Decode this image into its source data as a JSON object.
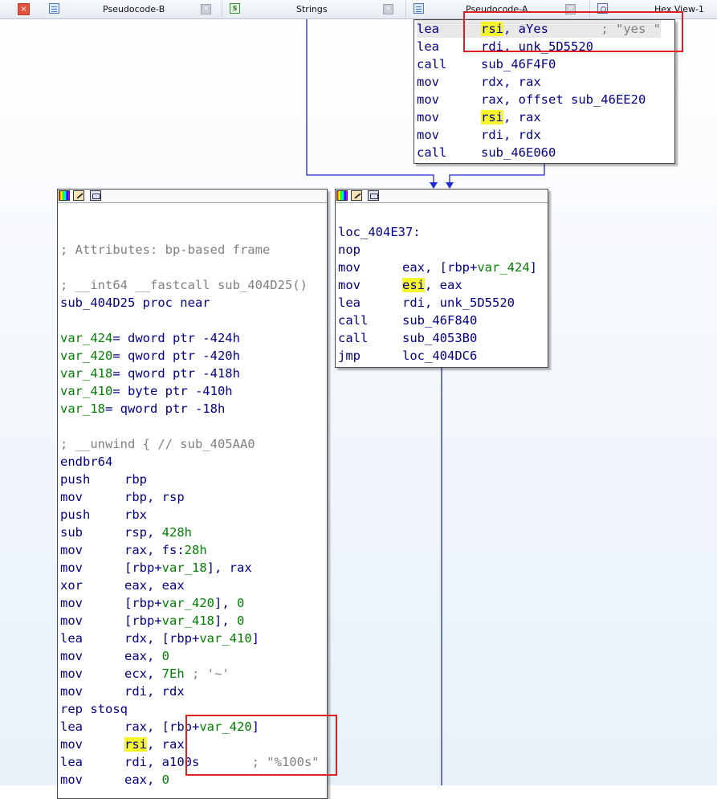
{
  "tabs": {
    "close_all_glyph": "×",
    "close_glyph": "×",
    "items": [
      {
        "label": "Pseudocode-B",
        "icon": "doc-icon"
      },
      {
        "label": "Strings",
        "icon": "strings-icon"
      },
      {
        "label": "Pseudocode-A",
        "icon": "doc-icon"
      },
      {
        "label": "Hex View-1",
        "icon": "hex-icon"
      }
    ]
  },
  "strings_icon_glyph": "S",
  "colors": {
    "edge": "#1f2bd6",
    "highlight": "#f5f52b",
    "annotation": "#e02020",
    "mnemonic": "#00008b",
    "variable": "#008000",
    "comment": "#808080"
  },
  "nodes": {
    "top": {
      "lines": [
        {
          "m": "lea",
          "parts": [
            {
              "t": "rsi",
              "c": "hl"
            },
            {
              "t": ", aYes       "
            },
            {
              "t": "; \"yes \"",
              "c": "cmt"
            }
          ],
          "sel": true
        },
        {
          "m": "lea",
          "parts": [
            {
              "t": "rdi, unk_5D5520"
            }
          ]
        },
        {
          "m": "call",
          "parts": [
            {
              "t": "sub_46F4F0"
            }
          ]
        },
        {
          "m": "mov",
          "parts": [
            {
              "t": "rdx, rax"
            }
          ]
        },
        {
          "m": "mov",
          "parts": [
            {
              "t": "rax, offset sub_46EE20"
            }
          ]
        },
        {
          "m": "mov",
          "parts": [
            {
              "t": "rsi",
              "c": "hl"
            },
            {
              "t": ", rax"
            }
          ]
        },
        {
          "m": "mov",
          "parts": [
            {
              "t": "rdi, rdx"
            }
          ]
        },
        {
          "m": "call",
          "parts": [
            {
              "t": "sub_46E060"
            }
          ]
        }
      ]
    },
    "left": {
      "lines": [
        {
          "raw": ""
        },
        {
          "raw": ""
        },
        {
          "raw": "; Attributes: bp-based frame",
          "c": "cmt"
        },
        {
          "raw": ""
        },
        {
          "raw": "; __int64 __fastcall sub_404D25()",
          "c": "cmt"
        },
        {
          "raw": "sub_404D25 proc near"
        },
        {
          "raw": ""
        },
        {
          "raw_parts": [
            {
              "t": "var_424",
              "c": "green"
            },
            {
              "t": "= dword ptr -424h"
            }
          ]
        },
        {
          "raw_parts": [
            {
              "t": "var_420",
              "c": "green"
            },
            {
              "t": "= qword ptr -420h"
            }
          ]
        },
        {
          "raw_parts": [
            {
              "t": "var_418",
              "c": "green"
            },
            {
              "t": "= qword ptr -418h"
            }
          ]
        },
        {
          "raw_parts": [
            {
              "t": "var_410",
              "c": "green"
            },
            {
              "t": "= byte ptr -410h"
            }
          ]
        },
        {
          "raw_parts": [
            {
              "t": "var_18",
              "c": "green"
            },
            {
              "t": "= qword ptr -18h"
            }
          ]
        },
        {
          "raw": ""
        },
        {
          "raw": "; __unwind { // sub_405AA0",
          "c": "cmt"
        },
        {
          "raw": "endbr64"
        },
        {
          "m": "push",
          "parts": [
            {
              "t": "rbp"
            }
          ]
        },
        {
          "m": "mov",
          "parts": [
            {
              "t": "rbp, rsp"
            }
          ]
        },
        {
          "m": "push",
          "parts": [
            {
              "t": "rbx"
            }
          ]
        },
        {
          "m": "sub",
          "parts": [
            {
              "t": "rsp, "
            },
            {
              "t": "428h",
              "c": "green"
            }
          ]
        },
        {
          "m": "mov",
          "parts": [
            {
              "t": "rax, fs:"
            },
            {
              "t": "28h",
              "c": "green"
            }
          ]
        },
        {
          "m": "mov",
          "parts": [
            {
              "t": "[rbp+"
            },
            {
              "t": "var_18",
              "c": "green"
            },
            {
              "t": "], rax"
            }
          ]
        },
        {
          "m": "xor",
          "parts": [
            {
              "t": "eax, eax"
            }
          ]
        },
        {
          "m": "mov",
          "parts": [
            {
              "t": "[rbp+"
            },
            {
              "t": "var_420",
              "c": "green"
            },
            {
              "t": "], "
            },
            {
              "t": "0",
              "c": "green"
            }
          ]
        },
        {
          "m": "mov",
          "parts": [
            {
              "t": "[rbp+"
            },
            {
              "t": "var_418",
              "c": "green"
            },
            {
              "t": "], "
            },
            {
              "t": "0",
              "c": "green"
            }
          ]
        },
        {
          "m": "lea",
          "parts": [
            {
              "t": "rdx, [rbp+"
            },
            {
              "t": "var_410",
              "c": "green"
            },
            {
              "t": "]"
            }
          ]
        },
        {
          "m": "mov",
          "parts": [
            {
              "t": "eax, "
            },
            {
              "t": "0",
              "c": "green"
            }
          ]
        },
        {
          "m": "mov",
          "parts": [
            {
              "t": "ecx, "
            },
            {
              "t": "7Eh",
              "c": "green"
            },
            {
              "t": " ; '~'",
              "c": "cmt"
            }
          ]
        },
        {
          "m": "mov",
          "parts": [
            {
              "t": "rdi, rdx"
            }
          ]
        },
        {
          "raw": "rep stosq"
        },
        {
          "m": "lea",
          "parts": [
            {
              "t": "rax, [rbp+"
            },
            {
              "t": "var_420",
              "c": "green"
            },
            {
              "t": "]"
            }
          ]
        },
        {
          "m": "mov",
          "parts": [
            {
              "t": "rsi",
              "c": "hl"
            },
            {
              "t": ", rax"
            }
          ]
        },
        {
          "m": "lea",
          "parts": [
            {
              "t": "rdi, a100s       "
            },
            {
              "t": "; \"%100s\"",
              "c": "cmt"
            }
          ]
        },
        {
          "m": "mov",
          "parts": [
            {
              "t": "eax, "
            },
            {
              "t": "0",
              "c": "green"
            }
          ]
        }
      ]
    },
    "right": {
      "lines": [
        {
          "raw": ""
        },
        {
          "raw": "loc_404E37:"
        },
        {
          "raw": "nop"
        },
        {
          "m": "mov",
          "parts": [
            {
              "t": "eax, [rbp+"
            },
            {
              "t": "var_424",
              "c": "green"
            },
            {
              "t": "]"
            }
          ]
        },
        {
          "m": "mov",
          "parts": [
            {
              "t": "esi",
              "c": "hl"
            },
            {
              "t": ", eax"
            }
          ]
        },
        {
          "m": "lea",
          "parts": [
            {
              "t": "rdi, unk_5D5520"
            }
          ]
        },
        {
          "m": "call",
          "parts": [
            {
              "t": "sub_46F840"
            }
          ]
        },
        {
          "m": "call",
          "parts": [
            {
              "t": "sub_4053B0"
            }
          ]
        },
        {
          "m": "jmp",
          "parts": [
            {
              "t": "loc_404DC6"
            }
          ]
        }
      ]
    }
  }
}
